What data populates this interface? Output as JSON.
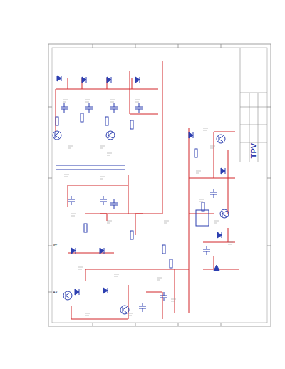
{
  "diagram": {
    "labels": [
      "TPV",
      "4",
      "5"
    ]
  }
}
